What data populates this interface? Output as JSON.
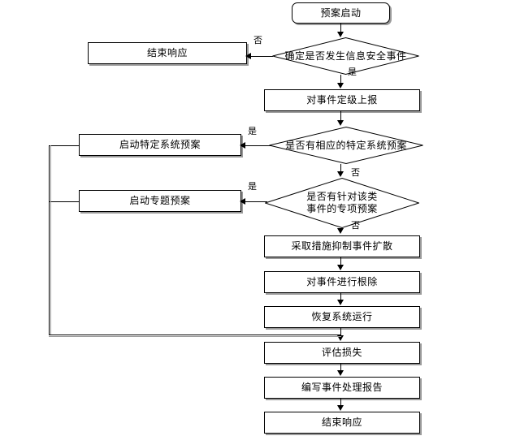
{
  "diagram": {
    "title_node": "预案启动",
    "nodes": {
      "start": "预案启动",
      "decide_incident": "确定是否发生信息安全事件",
      "end_response_top": "结束响应",
      "report_grade": "对事件定级上报",
      "decide_specific_plan": "是否有相应的特定系统预案",
      "launch_specific_plan": "启动特定系统预案",
      "decide_topic_plan": "是否有针对该类\n事件的专项预案",
      "launch_topic_plan": "启动专题预案",
      "contain": "采取措施抑制事件扩散",
      "eradicate": "对事件进行根除",
      "recover": "恢复系统运行",
      "assess_loss": "评估损失",
      "write_report": "编写事件处理报告",
      "end_response_bottom": "结束响应"
    },
    "branch_labels": {
      "no_incident": "否",
      "yes_incident": "是",
      "yes_specific": "是",
      "no_specific": "否",
      "yes_topic": "是",
      "no_topic": "否"
    },
    "colors": {
      "stroke": "#000000",
      "shadow": "#9a9a9a",
      "fill": "#ffffff",
      "text": "#000000"
    }
  }
}
